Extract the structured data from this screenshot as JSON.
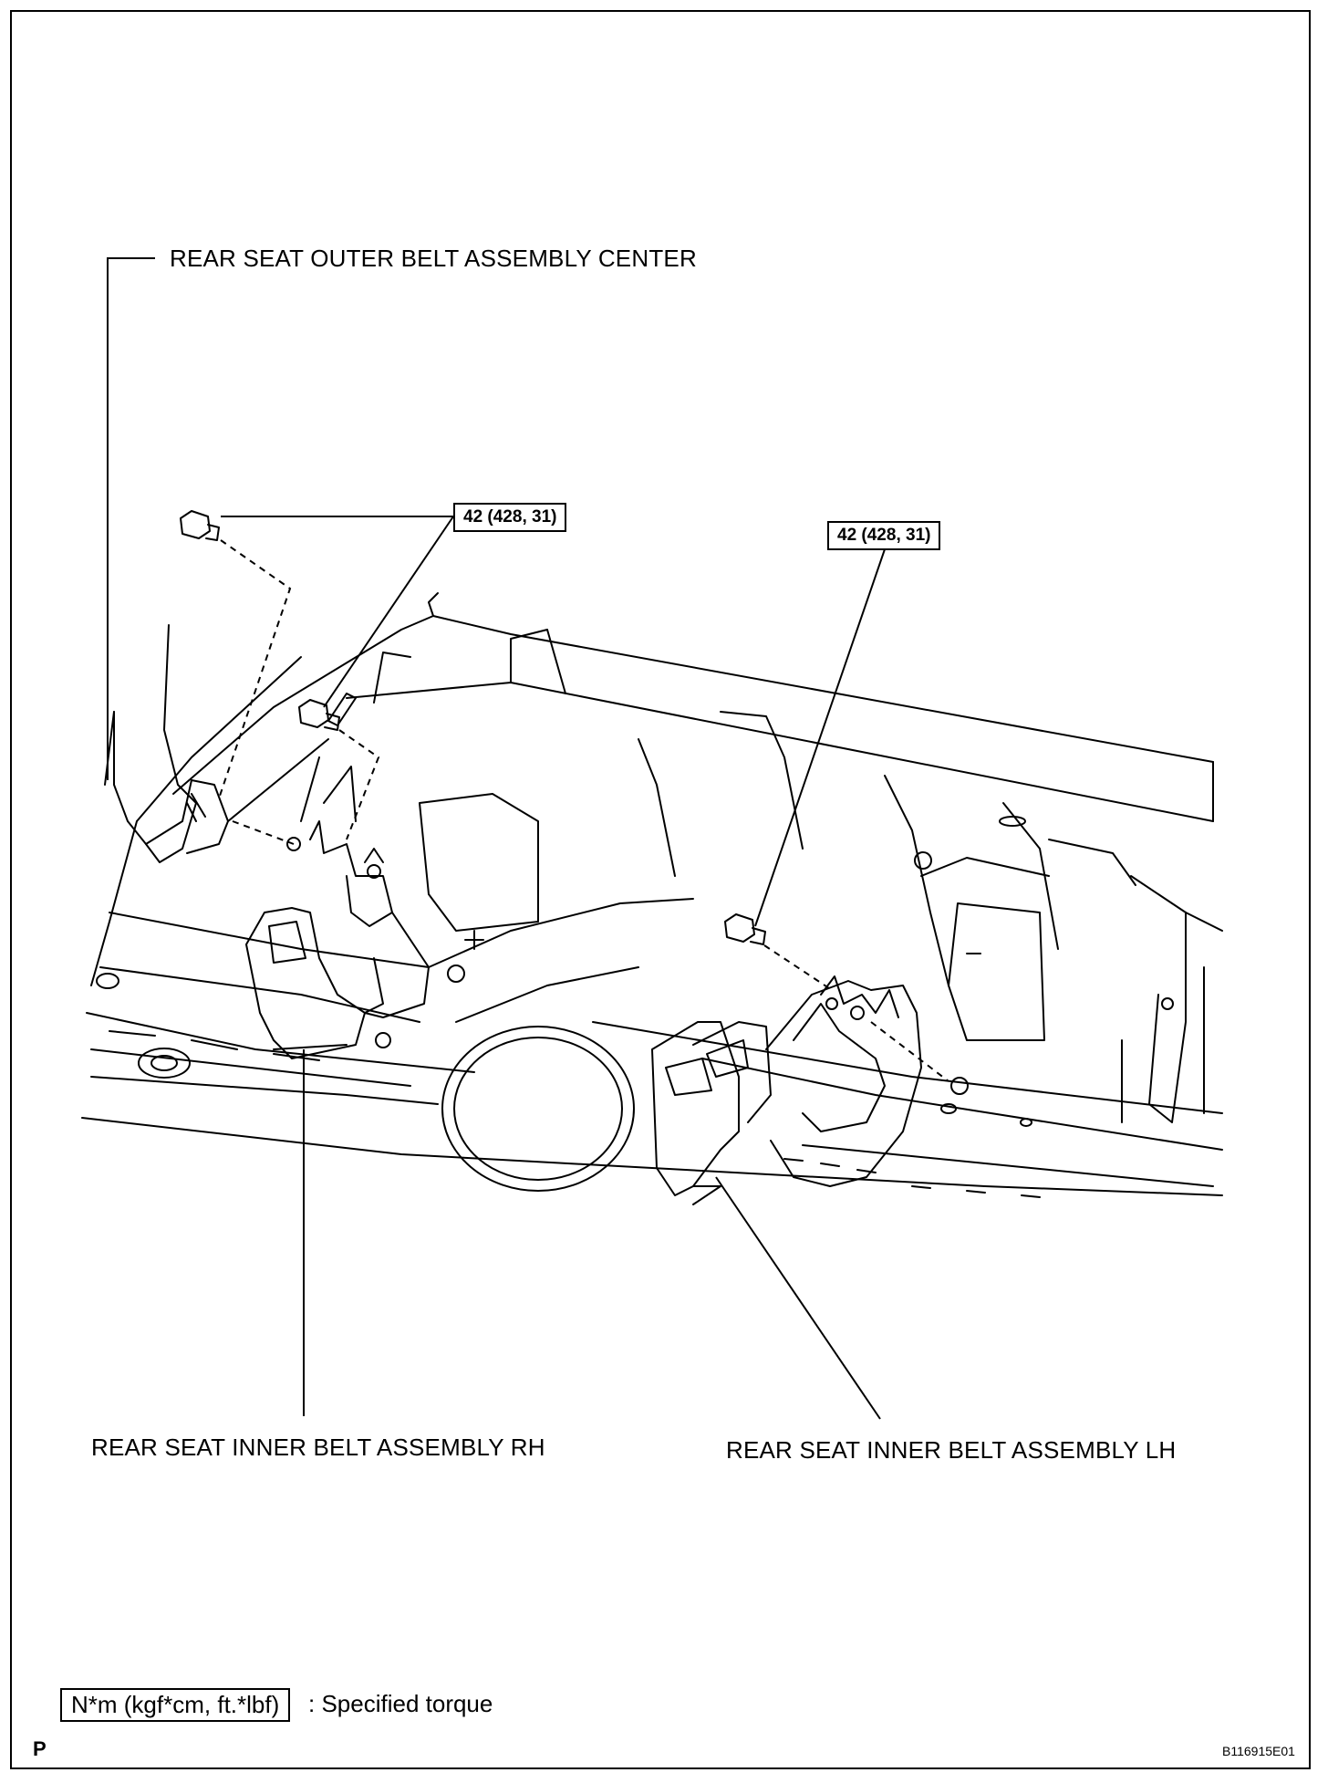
{
  "callouts": {
    "outer_center": "REAR SEAT OUTER BELT ASSEMBLY CENTER",
    "inner_rh": "REAR SEAT INNER BELT ASSEMBLY RH",
    "inner_lh": "REAR SEAT INNER BELT ASSEMBLY LH"
  },
  "torques": {
    "left": "42 (428, 31)",
    "right": "42 (428, 31)"
  },
  "legend": {
    "unit_box": "N*m (kgf*cm, ft.*lbf)",
    "text": ": Specified torque"
  },
  "footer": {
    "corner": "P",
    "code": "B116915E01"
  }
}
